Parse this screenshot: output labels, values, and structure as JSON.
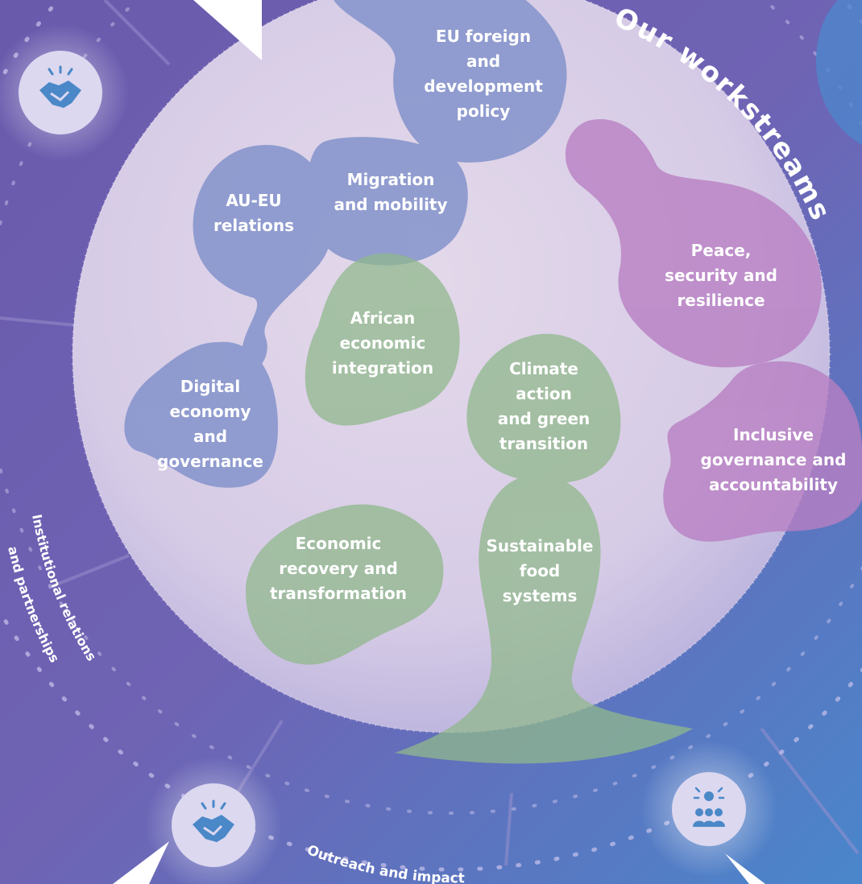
{
  "diagram": {
    "title": "Our workstreams",
    "ring_labels": {
      "institutional": [
        "Institutional relations",
        "and partnerships"
      ],
      "outreach": "Outreach and impact"
    },
    "workstreams": [
      {
        "id": "eu-foreign",
        "label": "EU foreign and development policy",
        "lines": [
          "EU foreign",
          "and",
          "development",
          "policy"
        ],
        "group": "blue"
      },
      {
        "id": "au-eu",
        "label": "AU-EU relations",
        "lines": [
          "AU-EU",
          "relations"
        ],
        "group": "blue"
      },
      {
        "id": "migration",
        "label": "Migration and mobility",
        "lines": [
          "Migration",
          "and mobility"
        ],
        "group": "blue"
      },
      {
        "id": "digital",
        "label": "Digital economy and governance",
        "lines": [
          "Digital",
          "economy",
          "and",
          "governance"
        ],
        "group": "blue"
      },
      {
        "id": "african-econ",
        "label": "African economic integration",
        "lines": [
          "African",
          "economic",
          "integration"
        ],
        "group": "green"
      },
      {
        "id": "climate",
        "label": "Climate action and green transition",
        "lines": [
          "Climate",
          "action",
          "and green",
          "transition"
        ],
        "group": "green"
      },
      {
        "id": "econ-recovery",
        "label": "Economic recovery and transformation",
        "lines": [
          "Economic",
          "recovery and",
          "transformation"
        ],
        "group": "green"
      },
      {
        "id": "food",
        "label": "Sustainable food systems",
        "lines": [
          "Sustainable",
          "food",
          "systems"
        ],
        "group": "green"
      },
      {
        "id": "peace",
        "label": "Peace, security and resilience",
        "lines": [
          "Peace,",
          "security and",
          "resilience"
        ],
        "group": "pink"
      },
      {
        "id": "inclusive",
        "label": "Inclusive governance and accountability",
        "lines": [
          "Inclusive",
          "governance and",
          "accountability"
        ],
        "group": "pink"
      }
    ],
    "icons": [
      {
        "name": "handshake-icon"
      },
      {
        "name": "handshake-icon"
      },
      {
        "name": "people-idea-icon"
      }
    ],
    "colors": {
      "blue_blob": "#7b8cc6",
      "green_blob": "#8fb58c",
      "pink_blob": "#b980c2",
      "inner_circle": "#dcd3e8",
      "background_purple": "#6f5fae",
      "background_blue": "#4f86c9",
      "icon_blue": "#4a88c8"
    }
  }
}
